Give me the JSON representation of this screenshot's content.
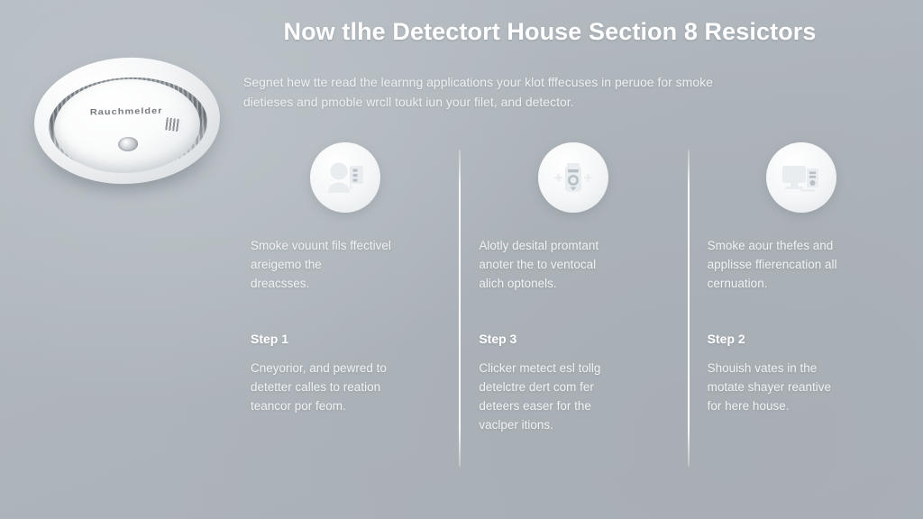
{
  "theme": {
    "background_color": "#b2b9bf",
    "text_color": "#f0f2f4",
    "heading_color": "#ffffff",
    "divider_color": "#ffffff",
    "icon_badge_color": "#f4f6f7"
  },
  "hero": {
    "image_alt": "smoke-detector-photo",
    "detector_brand_text": "Rauchmelder",
    "detector_glyph": "barcode-mark"
  },
  "header": {
    "title": "Now tlhe Detectort House Section 8 Resictors",
    "subtitle_line_1": "Segnet hew tte read the learnng applications your klot fffecuses in peruoe for smoke",
    "subtitle_line_2": "dietieses and pmoble wrcll toukt iun your filet, and detector."
  },
  "columns": [
    {
      "icon": "user-panel-icon",
      "description_line_1": "Smoke vouunt fils ffectivel",
      "description_line_2": "areigemo the",
      "description_line_3": "dreacsses.",
      "step_title": "Step 1",
      "step_line_1": "Cneyorior, and pewred to",
      "step_line_2": "detetter calles to reation",
      "step_line_3": "teancor por feom.",
      "step_line_4": ""
    },
    {
      "icon": "detector-device-icon",
      "description_line_1": "Alotly desital promtant",
      "description_line_2": "anoter the to ventocal",
      "description_line_3": "alich optonels.",
      "step_title": "Step 3",
      "step_line_1": "Clicker metect esl tollg",
      "step_line_2": "detelctre dert com fer",
      "step_line_3": "deteers easer for the",
      "step_line_4": "vaclper itions."
    },
    {
      "icon": "monitor-computer-icon",
      "description_line_1": "Smoke aour thefes and",
      "description_line_2": "applisse ffierencation all",
      "description_line_3": "cernuation.",
      "step_title": "Step 2",
      "step_line_1": "Shouish vates in the",
      "step_line_2": "motate shayer reantive",
      "step_line_3": "for here house.",
      "step_line_4": ""
    }
  ]
}
